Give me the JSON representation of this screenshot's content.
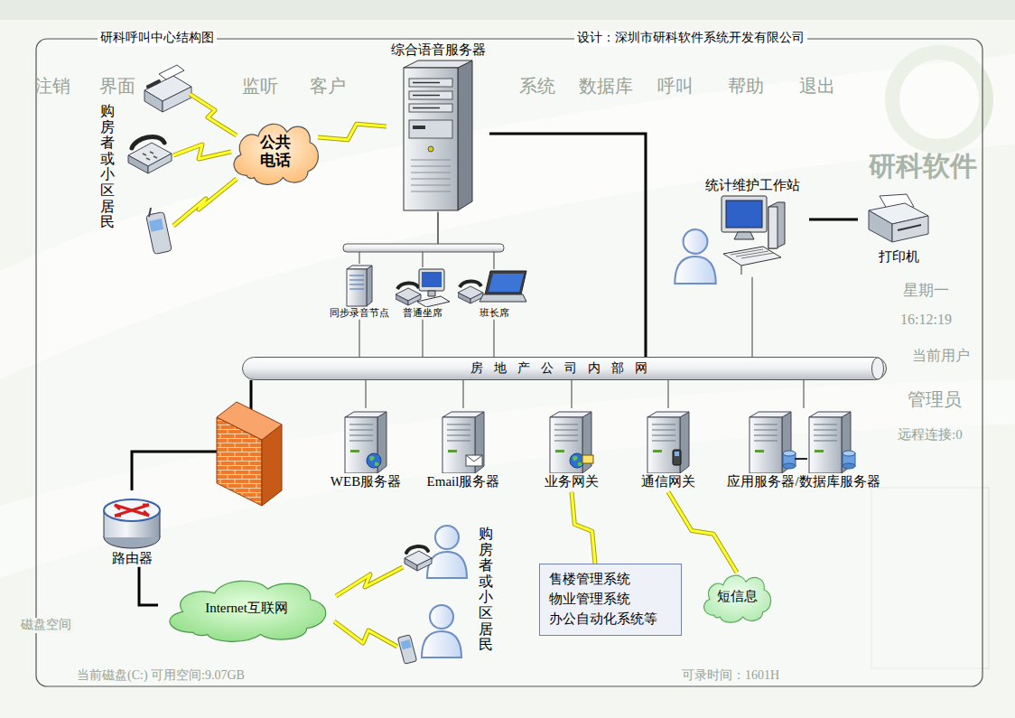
{
  "diagram": {
    "title": "研科呼叫中心结构图",
    "nodes": [
      {
        "text": [
          "综合语音服务器"
        ]
      },
      {
        "text": [
          "公共电话"
        ]
      },
      {
        "text": [
          "统计维护工作站"
        ]
      },
      {
        "text": [
          "打印机"
        ]
      },
      {
        "text": [
          "同步录音节点"
        ]
      },
      {
        "text": [
          "普通坐席"
        ]
      },
      {
        "text": [
          "班长席"
        ]
      },
      {
        "text": [
          "房地产公司内部网"
        ]
      },
      {
        "text": [
          "路由器"
        ]
      },
      {
        "text": [
          "WEB服务器"
        ]
      },
      {
        "text": [
          "Email服务器"
        ]
      },
      {
        "text": [
          "业务网关"
        ]
      },
      {
        "text": [
          "通信网关"
        ]
      },
      {
        "text": [
          "应用服务器/数据库服务器"
        ]
      },
      {
        "text": [
          "Internet互联网"
        ]
      },
      {
        "text": [
          "售楼管理系统 物业管理系统 办公自动化系统等"
        ]
      },
      {
        "text": [
          "短信息"
        ]
      }
    ],
    "edges": [
      {
        "from": 1,
        "to": 0,
        "arrow": "none"
      },
      {
        "from": 0,
        "to": 4,
        "arrow": "none"
      },
      {
        "from": 0,
        "to": 5,
        "arrow": "none"
      },
      {
        "from": 0,
        "to": 6,
        "arrow": "none"
      },
      {
        "from": 0,
        "to": 7,
        "arrow": "none"
      },
      {
        "from": 2,
        "to": 3,
        "arrow": "none"
      },
      {
        "from": 2,
        "to": 7,
        "arrow": "none"
      },
      {
        "from": 4,
        "to": 7,
        "arrow": "none"
      },
      {
        "from": 5,
        "to": 7,
        "arrow": "none"
      },
      {
        "from": 6,
        "to": 7,
        "arrow": "none"
      },
      {
        "from": 7,
        "to": 8,
        "arrow": "none"
      },
      {
        "from": 8,
        "to": 14,
        "arrow": "none"
      },
      {
        "from": 7,
        "to": 9,
        "arrow": "none"
      },
      {
        "from": 7,
        "to": 10,
        "arrow": "none"
      },
      {
        "from": 7,
        "to": 11,
        "arrow": "none"
      },
      {
        "from": 7,
        "to": 12,
        "arrow": "none"
      },
      {
        "from": 7,
        "to": 13,
        "arrow": "none"
      },
      {
        "from": 11,
        "to": 15,
        "arrow": "none"
      },
      {
        "from": 12,
        "to": 16,
        "arrow": "none"
      }
    ],
    "labels": [
      "设计：深圳市研科软件系统开发有限公司",
      "购房者或小区居民",
      "购房者或小区居民",
      "注销",
      "界面",
      "监听",
      "客户",
      "系统",
      "数据库",
      "呼叫",
      "帮助",
      "退出",
      "研科软件",
      "星期一",
      "16:12:19",
      "当前用户",
      "管理员",
      "远程连接:0",
      "磁盘空间",
      "当前磁盘(C:) 可用空间:9.07GB",
      "可录时间：1601H"
    ]
  }
}
